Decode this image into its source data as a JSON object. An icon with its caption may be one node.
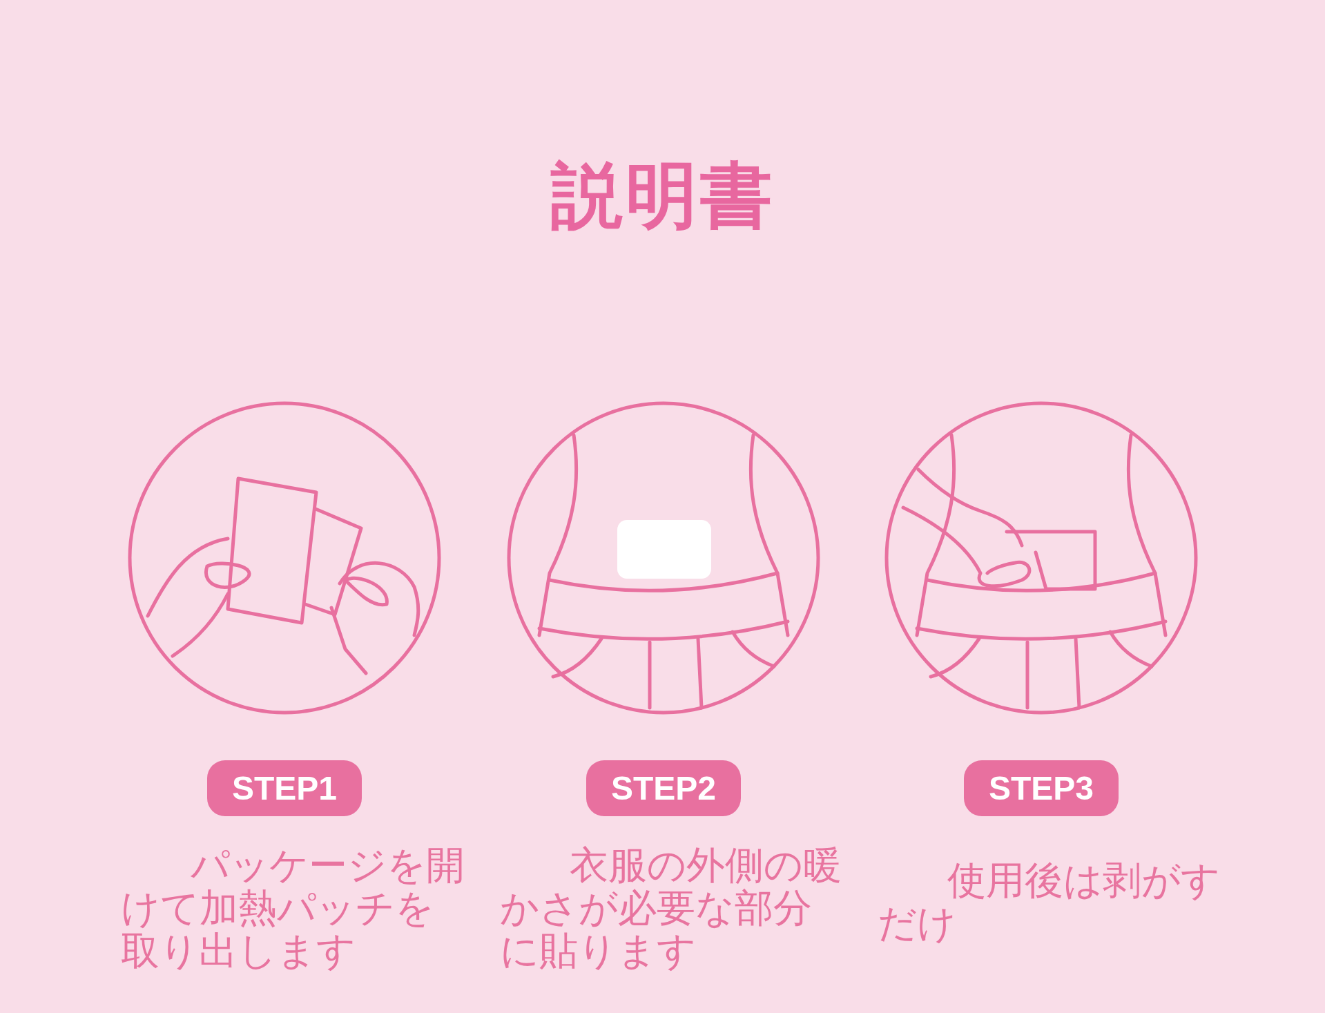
{
  "diagram": {
    "title": "説明書",
    "nodes": [
      {
        "text": [
          "STEP1"
        ],
        "beside": [
          "パッケージを開けて加熱パッチを取り出します"
        ]
      },
      {
        "text": [
          "STEP2"
        ],
        "beside": [
          "衣服の外側の暖かさが必要な部分に貼ります"
        ]
      },
      {
        "text": [
          "STEP3"
        ],
        "beside": [
          "使用後は剥がすだけ"
        ]
      }
    ],
    "edges": []
  }
}
